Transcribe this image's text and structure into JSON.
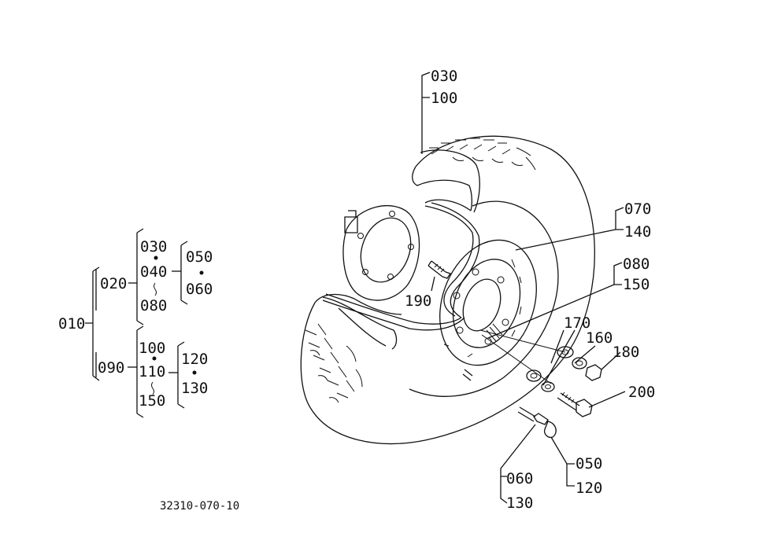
{
  "tree": {
    "root": "010",
    "groups": [
      {
        "code": "020",
        "members_top": "030",
        "members_mid": "040",
        "members_bottom": "080",
        "sub_top": "050",
        "sub_bottom": "060"
      },
      {
        "code": "090",
        "members_top": "100",
        "members_mid": "110",
        "members_bottom": "150",
        "sub_top": "120",
        "sub_bottom": "130"
      }
    ]
  },
  "callouts": {
    "c030": "030",
    "c100": "100",
    "c070": "070",
    "c140": "140",
    "c080": "080",
    "c150": "150",
    "c190": "190",
    "c170": "170",
    "c160": "160",
    "c180": "180",
    "c200": "200",
    "c050": "050",
    "c120": "120",
    "c060": "060",
    "c130": "130"
  },
  "drawing_number": "32310-070-10",
  "colors": {
    "ink": "#111111",
    "paper": "#ffffff"
  }
}
